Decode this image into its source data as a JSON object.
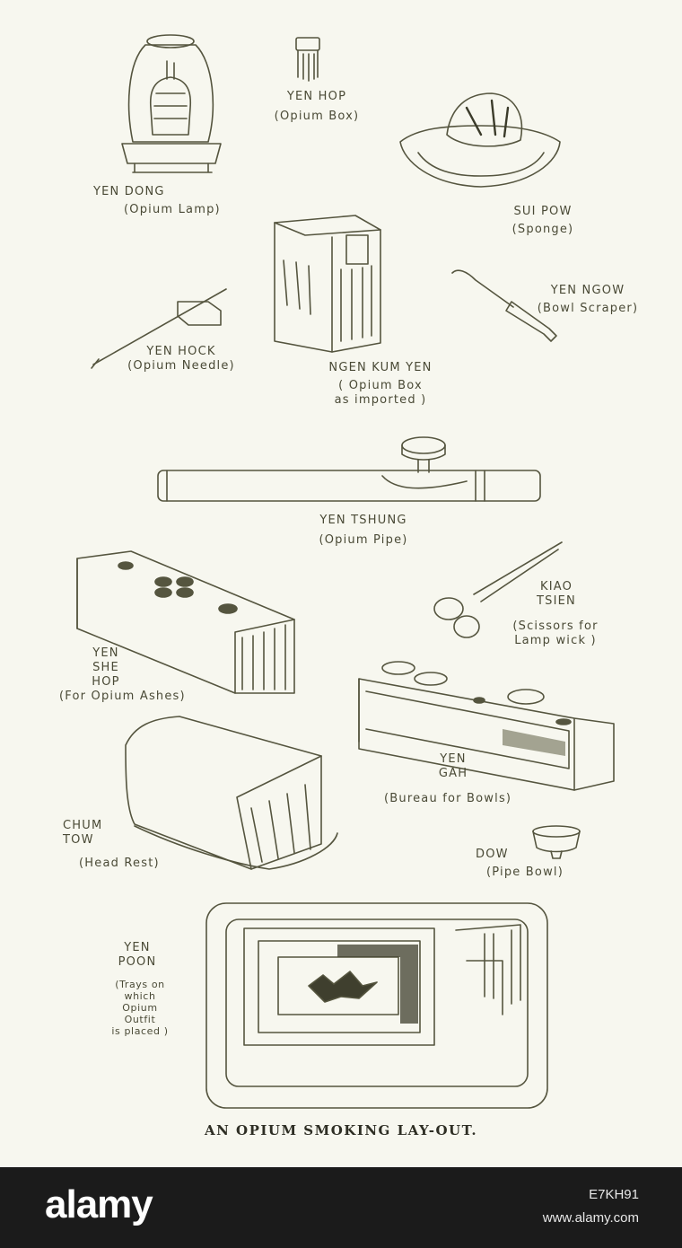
{
  "labels": {
    "yen_dong": [
      "YEN DONG",
      "(Opium Lamp)"
    ],
    "yen_hop": [
      "YEN HOP",
      "(Opium Box)"
    ],
    "sui_pow": [
      "SUI POW",
      "(Sponge)"
    ],
    "ngen_kum_yen": [
      "NGEN KUM YEN",
      "( Opium Box",
      "as imported )"
    ],
    "yen_ngow": [
      "YEN NGOW",
      "(Bowl Scraper)"
    ],
    "yen_hock": [
      "YEN HOCK",
      "(Opium Needle)"
    ],
    "yen_tshung": [
      "YEN TSHUNG",
      "(Opium Pipe)"
    ],
    "kiao_tsien": [
      "KIAO",
      "TSIEN",
      "(Scissors for",
      "Lamp wick )"
    ],
    "yen_she_hop": [
      "YEN",
      "SHE",
      "HOP",
      "(For Opium Ashes)"
    ],
    "yen_gah": [
      "YEN",
      "GAH",
      "(Bureau for Bowls)"
    ],
    "chum_tow": [
      "CHUM",
      "TOW",
      "(Head Rest)"
    ],
    "dow": [
      "DOW",
      "(Pipe Bowl)"
    ],
    "yen_poon": [
      "YEN",
      "POON",
      "(Trays on",
      "which",
      "Opium",
      "Outfit",
      "is placed )"
    ]
  },
  "caption": "AN OPIUM SMOKING LAY-OUT.",
  "watermark": {
    "logo": "alamy",
    "image_id": "E7KH91",
    "site": "www.alamy.com"
  },
  "colors": {
    "paper": "#f7f7ef",
    "ink": "#4a4a36",
    "footer": "#1b1b1b"
  }
}
